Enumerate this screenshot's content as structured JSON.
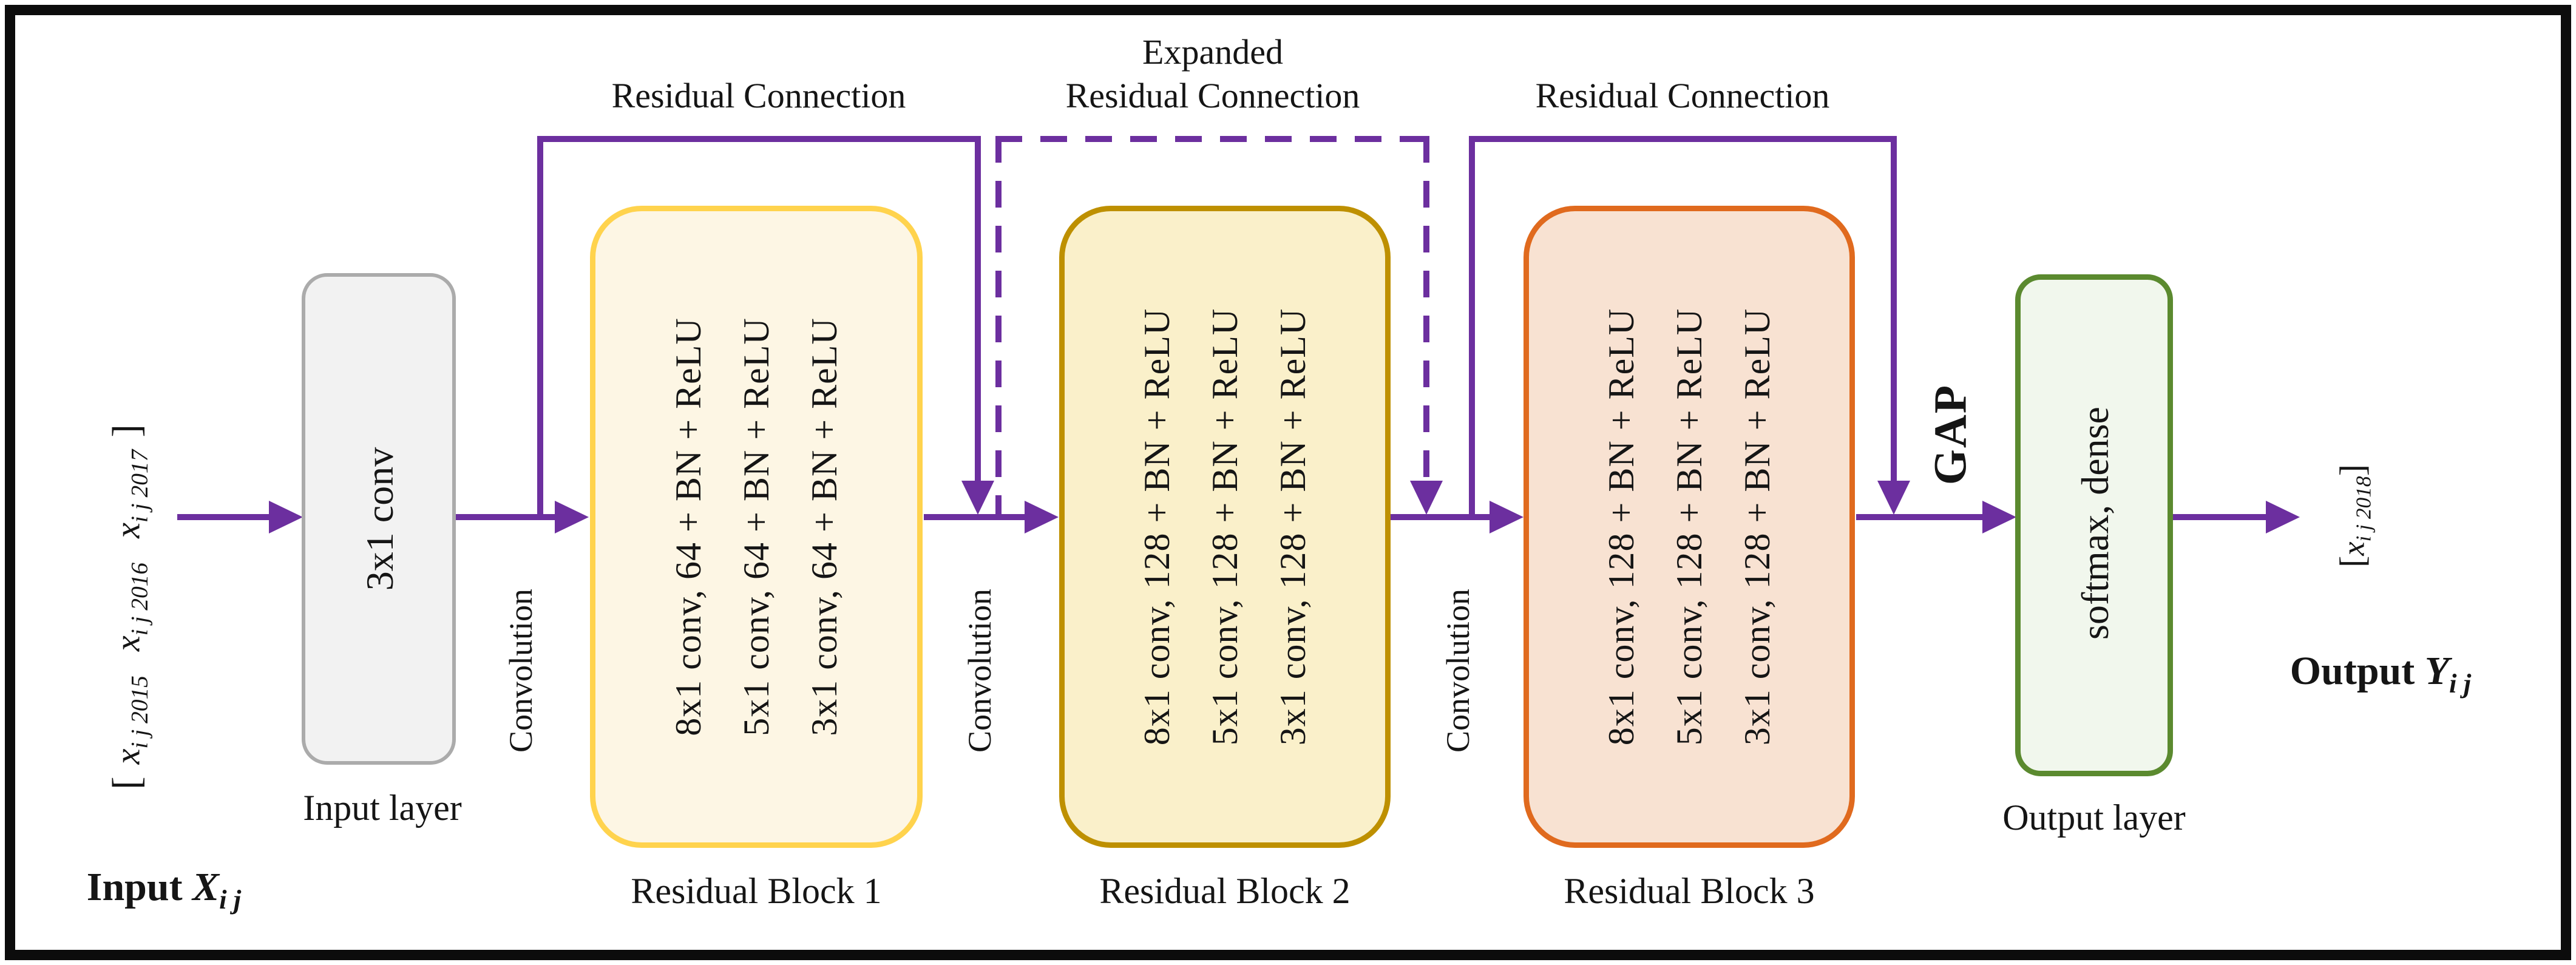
{
  "colors": {
    "arrow_purple": "#6C2F9F",
    "block1_border": "#FFD34D",
    "block1_fill": "#FDF6E4",
    "block2_border": "#BE9000",
    "block2_fill": "#FAF0CA",
    "block3_border": "#E06A1E",
    "block3_fill": "#F8E2D2",
    "input_box_border": "#ABABAB",
    "input_box_fill": "#F2F2F2",
    "output_box_border": "#5B8A2F",
    "output_box_fill": "#F1F7ED"
  },
  "input": {
    "vector": {
      "open": "[",
      "items": [
        {
          "base": "x",
          "sub": "i j 2015"
        },
        {
          "base": "x",
          "sub": "i j 2016"
        },
        {
          "base": "x",
          "sub": "i j 2017"
        }
      ],
      "close": "]"
    },
    "title": {
      "prefix": "Input ",
      "symbol": "X",
      "sub": "i j"
    },
    "box_text": "3x1 conv",
    "caption": "Input layer"
  },
  "flow": {
    "convolution_label": "Convolution",
    "gap_label": "GAP"
  },
  "connections": {
    "residual_left": "Residual Connection",
    "expanded_line1": "Expanded",
    "expanded_line2": "Residual Connection",
    "residual_right": "Residual Connection"
  },
  "blocks": [
    {
      "caption": "Residual Block 1",
      "lines": [
        "8x1 conv, 64 + BN + ReLU",
        "5x1 conv, 64 + BN + ReLU",
        "3x1 conv, 64 + BN + ReLU"
      ]
    },
    {
      "caption": "Residual Block 2",
      "lines": [
        "8x1 conv, 128 + BN + ReLU",
        "5x1 conv, 128 + BN + ReLU",
        "3x1 conv, 128 + BN + ReLU"
      ]
    },
    {
      "caption": "Residual Block 3",
      "lines": [
        "8x1 conv, 128 + BN + ReLU",
        "5x1 conv, 128 + BN + ReLU",
        "3x1 conv, 128 + BN + ReLU"
      ]
    }
  ],
  "output": {
    "box_text": "softmax, dense",
    "caption": "Output layer",
    "vector": {
      "open": "[",
      "base": "x",
      "sub": "i j 2018",
      "close": "]"
    },
    "title": {
      "prefix": "Output ",
      "symbol": "Y",
      "sub": "i j"
    }
  }
}
